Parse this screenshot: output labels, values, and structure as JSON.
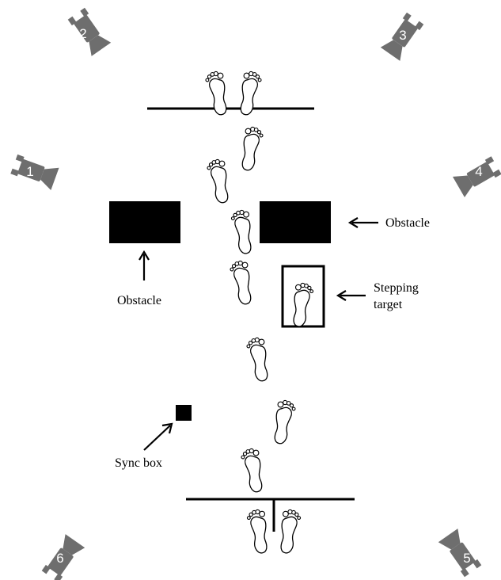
{
  "colors": {
    "camera": "#6e6e6e",
    "ink": "#000000",
    "background": "#ffffff"
  },
  "cameras": [
    {
      "label": "1"
    },
    {
      "label": "2"
    },
    {
      "label": "3"
    },
    {
      "label": "4"
    },
    {
      "label": "5"
    },
    {
      "label": "6"
    }
  ],
  "labels": {
    "obstacle_right": "Obstacle",
    "obstacle_left": "Obstacle",
    "stepping_target_line1": "Stepping",
    "stepping_target_line2": "target",
    "sync_box": "Sync box"
  },
  "icons": {
    "camera": "camera-icon",
    "footprint": "footprint-icon",
    "arrow": "arrow-icon"
  }
}
